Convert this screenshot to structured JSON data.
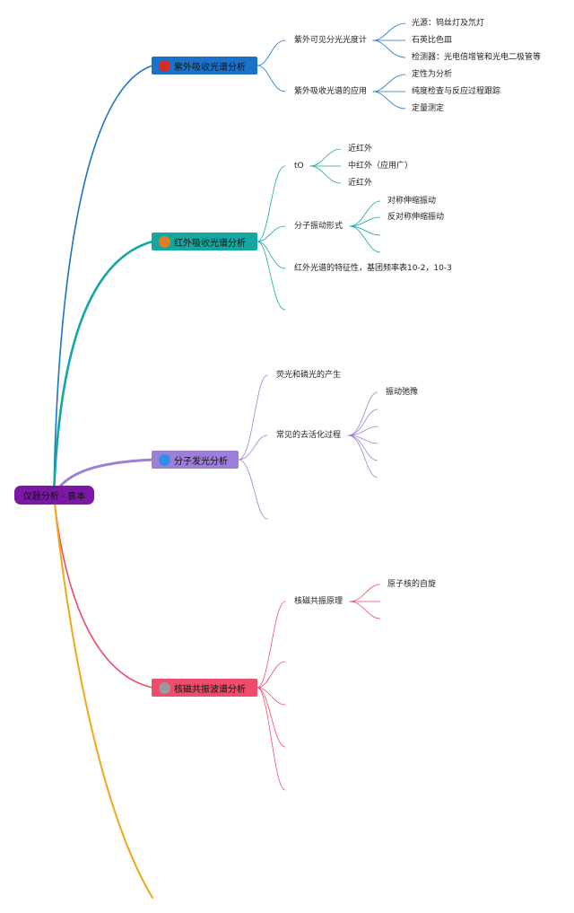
{
  "root": {
    "label": "仪器分析 · 袁本"
  },
  "branches": [
    {
      "label": "紫外吸收光谱分析",
      "color": "#1a73c8",
      "dot": "#d62b2b",
      "children": [
        {
          "label": "紫外可见分光光度计",
          "children": [
            "光源：钨丝灯及氘灯",
            "石英比色皿",
            "检测器：光电倍增管和光电二极管等"
          ]
        },
        {
          "label": "紫外吸收光谱的应用",
          "children": [
            "定性为分析",
            "纯度检查与反应过程跟踪",
            "定量测定"
          ]
        }
      ]
    },
    {
      "label": "红外吸收光谱分析",
      "color": "#14a7a0",
      "dot": "#e07b29",
      "children": [
        {
          "label": "tO",
          "children": [
            "近红外",
            "中红外（应用广）",
            "近红外"
          ]
        },
        {
          "label": "分子振动形式",
          "children": [
            "对称伸缩振动",
            "反对称伸缩振动"
          ]
        },
        {
          "label": "红外光谱的特征性，基团频率表10-2，10-3"
        }
      ]
    },
    {
      "label": "分子发光分析",
      "color": "#9b7fd9",
      "dot": "#2f8ee6",
      "children": [
        {
          "label": "荧光和磷光的产生"
        },
        {
          "label": "常见的去活化过程",
          "children": [
            "振动弛豫"
          ]
        }
      ]
    },
    {
      "label": "核磁共振波谱分析",
      "color": "#ef4b6a",
      "dot": "#9a9a9a",
      "children": [
        {
          "label": "核磁共振原理",
          "children": [
            "原子核的自旋"
          ]
        }
      ]
    }
  ]
}
